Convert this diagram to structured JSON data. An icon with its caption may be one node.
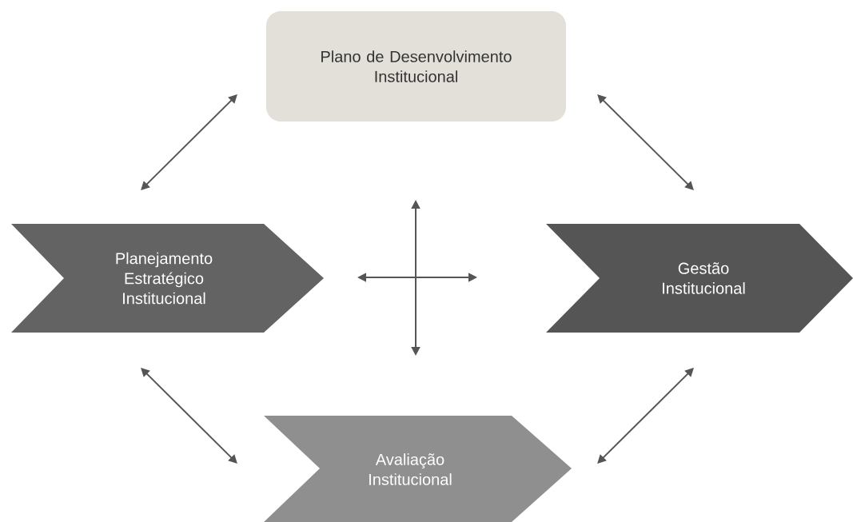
{
  "diagram": {
    "nodes": [
      {
        "text": [
          "Plano de Desenvolvimento Institucional"
        ]
      },
      {
        "text": [
          "Planejamento Estratégico Institucional"
        ]
      },
      {
        "text": [
          "Gestão Institucional"
        ]
      },
      {
        "text": [
          "Avaliação Institucional"
        ]
      }
    ],
    "edges": [
      {
        "from": 0,
        "to": 1,
        "arrow": "both"
      },
      {
        "from": 0,
        "to": 2,
        "arrow": "both"
      },
      {
        "from": 1,
        "to": 3,
        "arrow": "both"
      },
      {
        "from": 2,
        "to": 3,
        "arrow": "both"
      }
    ]
  }
}
